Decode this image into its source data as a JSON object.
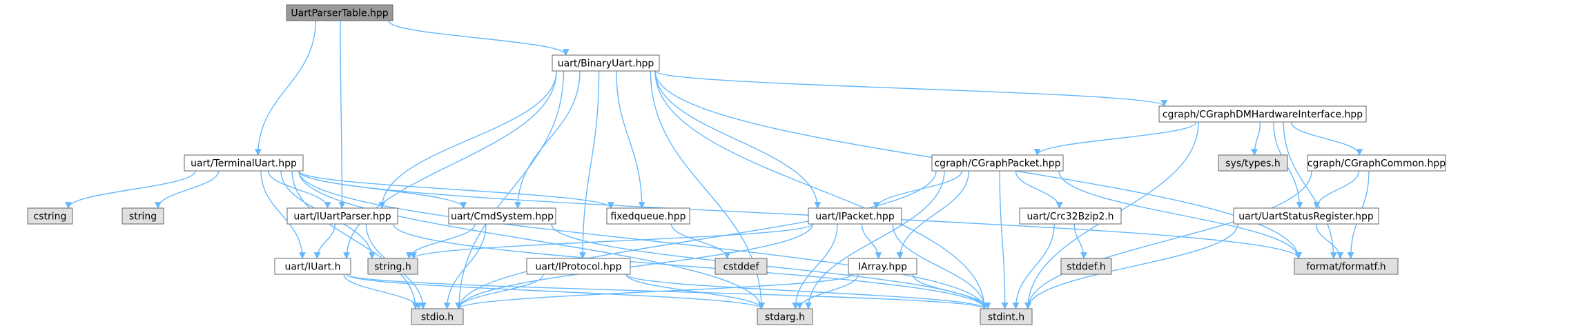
{
  "diagram": {
    "title": "",
    "colors": {
      "root_fill": "#999999",
      "file_fill": "#ffffff",
      "system_fill": "#e0e0e0",
      "edge": "#63b8ff",
      "node_border": "#666666"
    },
    "nodes": [
      {
        "id": "uartparsertable",
        "label": "UartParserTable.hpp",
        "kind": "root"
      },
      {
        "id": "binaryuart",
        "label": "uart/BinaryUart.hpp",
        "kind": "file"
      },
      {
        "id": "terminaluart",
        "label": "uart/TerminalUart.hpp",
        "kind": "file"
      },
      {
        "id": "cgraphdm",
        "label": "cgraph/CGraphDMHardwareInterface.hpp",
        "kind": "file"
      },
      {
        "id": "cgraphpacket",
        "label": "cgraph/CGraphPacket.hpp",
        "kind": "file"
      },
      {
        "id": "systypes",
        "label": "sys/types.h",
        "kind": "system"
      },
      {
        "id": "cgraphcommon",
        "label": "cgraph/CGraphCommon.hpp",
        "kind": "file"
      },
      {
        "id": "cstring",
        "label": "cstring",
        "kind": "system"
      },
      {
        "id": "string",
        "label": "string",
        "kind": "system"
      },
      {
        "id": "iuartparser",
        "label": "uart/IUartParser.hpp",
        "kind": "file"
      },
      {
        "id": "cmdsystem",
        "label": "uart/CmdSystem.hpp",
        "kind": "file"
      },
      {
        "id": "fixedqueue",
        "label": "fixedqueue.hpp",
        "kind": "file"
      },
      {
        "id": "ipacket",
        "label": "uart/IPacket.hpp",
        "kind": "file"
      },
      {
        "id": "crc32",
        "label": "uart/Crc32Bzip2.h",
        "kind": "file"
      },
      {
        "id": "uartstatus",
        "label": "uart/UartStatusRegister.hpp",
        "kind": "file"
      },
      {
        "id": "iuart",
        "label": "uart/IUart.h",
        "kind": "file"
      },
      {
        "id": "stringh",
        "label": "string.h",
        "kind": "system"
      },
      {
        "id": "iprotocol",
        "label": "uart/IProtocol.hpp",
        "kind": "file"
      },
      {
        "id": "cstddef",
        "label": "cstddef",
        "kind": "system"
      },
      {
        "id": "iarray",
        "label": "IArray.hpp",
        "kind": "file"
      },
      {
        "id": "stddef",
        "label": "stddef.h",
        "kind": "system"
      },
      {
        "id": "formatf",
        "label": "format/formatf.h",
        "kind": "system"
      },
      {
        "id": "stdio",
        "label": "stdio.h",
        "kind": "system"
      },
      {
        "id": "stdarg",
        "label": "stdarg.h",
        "kind": "system"
      },
      {
        "id": "stdint",
        "label": "stdint.h",
        "kind": "system"
      }
    ],
    "edges": [
      [
        "uartparsertable",
        "binaryuart"
      ],
      [
        "uartparsertable",
        "terminaluart"
      ],
      [
        "uartparsertable",
        "iuartparser"
      ],
      [
        "binaryuart",
        "stdio"
      ],
      [
        "binaryuart",
        "iuartparser"
      ],
      [
        "binaryuart",
        "iuart"
      ],
      [
        "binaryuart",
        "cmdsystem"
      ],
      [
        "binaryuart",
        "iprotocol"
      ],
      [
        "binaryuart",
        "fixedqueue"
      ],
      [
        "binaryuart",
        "stdarg"
      ],
      [
        "binaryuart",
        "ipacket"
      ],
      [
        "binaryuart",
        "cgraphdm"
      ],
      [
        "binaryuart",
        "formatf"
      ],
      [
        "binaryuart",
        "stdint"
      ],
      [
        "terminaluart",
        "cstring"
      ],
      [
        "terminaluart",
        "string"
      ],
      [
        "terminaluart",
        "stdio"
      ],
      [
        "terminaluart",
        "iuart"
      ],
      [
        "terminaluart",
        "stringh"
      ],
      [
        "terminaluart",
        "iuartparser"
      ],
      [
        "terminaluart",
        "cmdsystem"
      ],
      [
        "terminaluart",
        "fixedqueue"
      ],
      [
        "terminaluart",
        "stdarg"
      ],
      [
        "terminaluart",
        "stdint"
      ],
      [
        "terminaluart",
        "formatf"
      ],
      [
        "cgraphdm",
        "cgraphpacket"
      ],
      [
        "cgraphdm",
        "systypes"
      ],
      [
        "cgraphdm",
        "cgraphcommon"
      ],
      [
        "cgraphdm",
        "uartstatus"
      ],
      [
        "cgraphdm",
        "formatf"
      ],
      [
        "cgraphdm",
        "stdint"
      ],
      [
        "cgraphpacket",
        "ipacket"
      ],
      [
        "cgraphpacket",
        "crc32"
      ],
      [
        "cgraphpacket",
        "iarray"
      ],
      [
        "cgraphpacket",
        "stdio"
      ],
      [
        "cgraphpacket",
        "stdarg"
      ],
      [
        "cgraphpacket",
        "stdint"
      ],
      [
        "cgraphpacket",
        "formatf"
      ],
      [
        "cgraphcommon",
        "uartstatus"
      ],
      [
        "cgraphcommon",
        "formatf"
      ],
      [
        "cgraphcommon",
        "stdint"
      ],
      [
        "iuartparser",
        "iuart"
      ],
      [
        "iuartparser",
        "stdio"
      ],
      [
        "iuartparser",
        "stdint"
      ],
      [
        "cmdsystem",
        "stringh"
      ],
      [
        "cmdsystem",
        "stdio"
      ],
      [
        "cmdsystem",
        "stdint"
      ],
      [
        "fixedqueue",
        "cstddef"
      ],
      [
        "ipacket",
        "iarray"
      ],
      [
        "ipacket",
        "stringh"
      ],
      [
        "ipacket",
        "stdarg"
      ],
      [
        "ipacket",
        "stdint"
      ],
      [
        "ipacket",
        "stdio"
      ],
      [
        "crc32",
        "stddef"
      ],
      [
        "crc32",
        "stdint"
      ],
      [
        "uartstatus",
        "formatf"
      ],
      [
        "uartstatus",
        "stdint"
      ],
      [
        "iuart",
        "stdio"
      ],
      [
        "iuart",
        "stdarg"
      ],
      [
        "iuart",
        "stdint"
      ],
      [
        "iprotocol",
        "stdio"
      ],
      [
        "iprotocol",
        "stdarg"
      ],
      [
        "iprotocol",
        "stdint"
      ],
      [
        "iarray",
        "stdio"
      ],
      [
        "iarray",
        "stdarg"
      ],
      [
        "iarray",
        "stdint"
      ]
    ]
  }
}
